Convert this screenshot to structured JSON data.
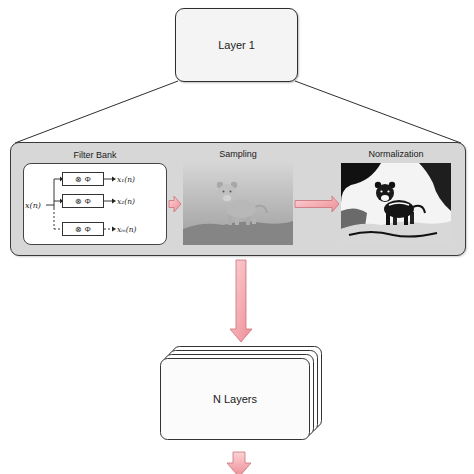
{
  "diagram": {
    "nodes": [
      {
        "text": [
          "Layer 1"
        ]
      },
      {
        "text": []
      },
      {
        "text": [
          "Filter Bank"
        ],
        "in": 1
      },
      {
        "text": [
          "⊗ Φ"
        ],
        "in": 2
      },
      {
        "text": [
          "⊗ Φ"
        ],
        "in": 2
      },
      {
        "text": [
          "⊗ Φ"
        ],
        "in": 2
      },
      {
        "text": [
          "Sampling"
        ],
        "in": 1
      },
      {
        "text": [
          "Normalization"
        ],
        "in": 1
      },
      {
        "text": [
          "N Layers"
        ]
      }
    ],
    "edges": [
      {
        "from": 0,
        "to": 1,
        "arrow": "none"
      },
      {
        "from": 2,
        "to": 6,
        "arrow": "to"
      },
      {
        "from": 6,
        "to": 7,
        "arrow": "to"
      },
      {
        "from": 1,
        "to": 8,
        "arrow": "to"
      }
    ],
    "labels": [
      "x(n)",
      "x₁(n)",
      "x₂(n)",
      "xₘ(n)"
    ]
  }
}
